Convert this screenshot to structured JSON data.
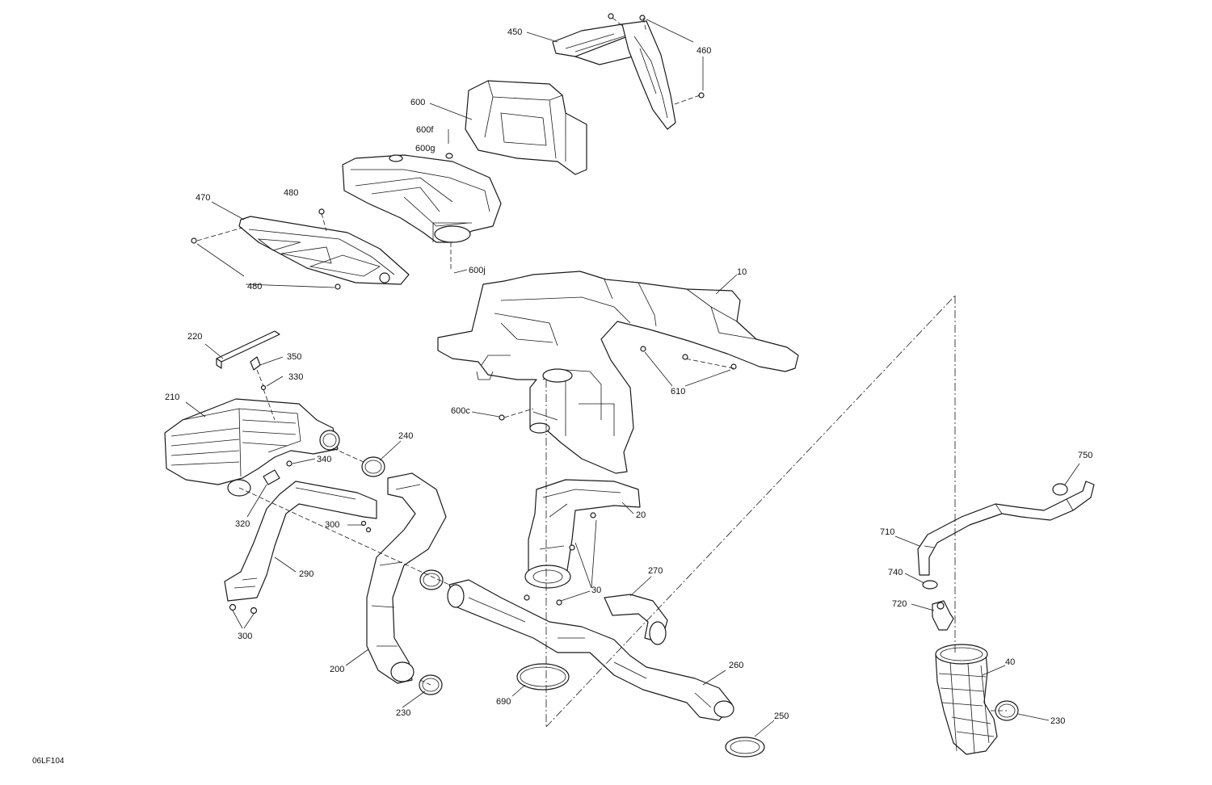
{
  "drawing_code": "06LF104",
  "callouts": {
    "c450": "450",
    "c460": "460",
    "c600": "600",
    "c600f": "600f",
    "c600g": "600g",
    "c470": "470",
    "c480a": "480",
    "c480b": "480",
    "c600j": "600j",
    "c10": "10",
    "c220": "220",
    "c350": "350",
    "c330": "330",
    "c210": "210",
    "c610": "610",
    "c600c": "600c",
    "c240": "240",
    "c340": "340",
    "c750": "750",
    "c320": "320",
    "c20": "20",
    "c300a": "300",
    "c710": "710",
    "c290": "290",
    "c270": "270",
    "c740": "740",
    "c30": "30",
    "c720": "720",
    "c300b": "300",
    "c40": "40",
    "c260": "260",
    "c200": "200",
    "c230a": "230",
    "c690": "690",
    "c250": "250",
    "c230b": "230"
  }
}
